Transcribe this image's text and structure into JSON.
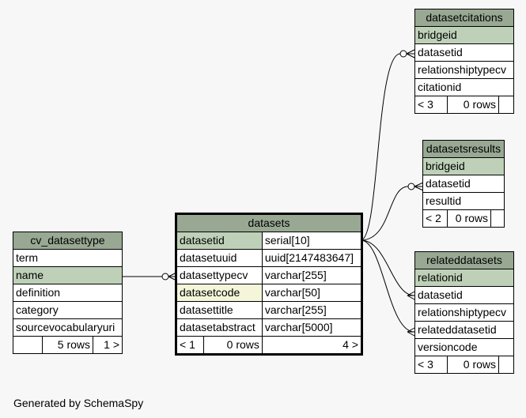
{
  "footer": "Generated by SchemaSpy",
  "tables": {
    "cv_datasettype": {
      "name": "cv_datasettype",
      "columns": [
        "term",
        "name",
        "definition",
        "category",
        "sourcevocabularyuri"
      ],
      "rows_label": "5 rows",
      "children_label": "1 >"
    },
    "datasets": {
      "name": "datasets",
      "columns": [
        {
          "name": "datasetid",
          "type": "serial[10]"
        },
        {
          "name": "datasetuuid",
          "type": "uuid[2147483647]"
        },
        {
          "name": "datasettypecv",
          "type": "varchar[255]"
        },
        {
          "name": "datasetcode",
          "type": "varchar[50]"
        },
        {
          "name": "datasettitle",
          "type": "varchar[255]"
        },
        {
          "name": "datasetabstract",
          "type": "varchar[5000]"
        }
      ],
      "parents_label": "< 1",
      "rows_label": "0 rows",
      "children_label": "4 >"
    },
    "datasetcitations": {
      "name": "datasetcitations",
      "columns": [
        "bridgeid",
        "datasetid",
        "relationshiptypecv",
        "citationid"
      ],
      "parents_label": "< 3",
      "rows_label": "0 rows"
    },
    "datasetsresults": {
      "name": "datasetsresults",
      "columns": [
        "bridgeid",
        "datasetid",
        "resultid"
      ],
      "parents_label": "< 2",
      "rows_label": "0 rows"
    },
    "relateddatasets": {
      "name": "relateddatasets",
      "columns": [
        "relationid",
        "datasetid",
        "relationshiptypecv",
        "relateddatasetid",
        "versioncode"
      ],
      "parents_label": "< 3",
      "rows_label": "0 rows"
    }
  },
  "colors": {
    "title_bg": "#98a893",
    "pk_bg": "#bed1b8",
    "index_bg": "#f5f5da",
    "page_bg": "#f7f7f7"
  }
}
